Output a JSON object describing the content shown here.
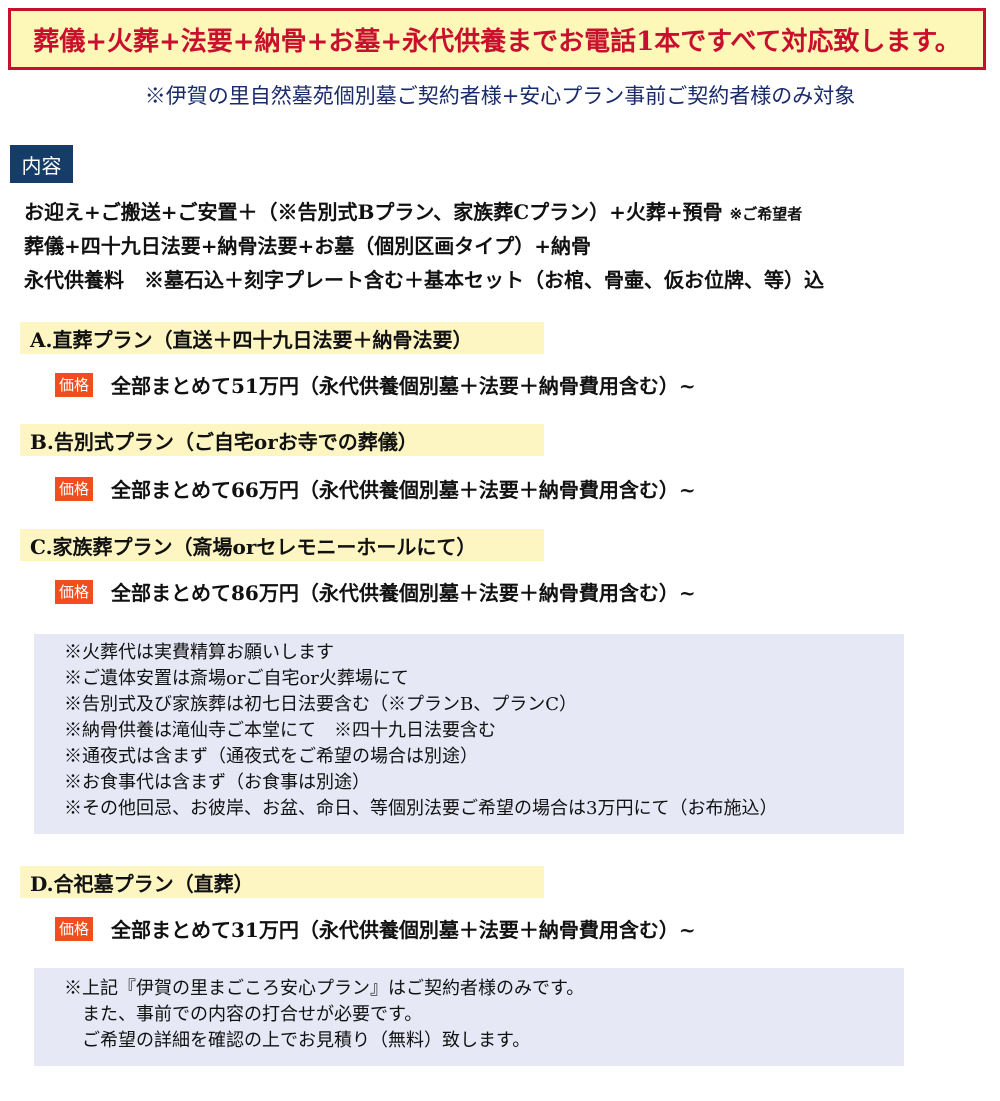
{
  "banner": {
    "text": "葬儀+火葬+法要+納骨+お墓+永代供養までお電話1本ですべて対応致します。"
  },
  "subtitle": "※伊賀の里自然墓苑個別墓ご契約者様+安心プラン事前ご契約者様のみ対象",
  "contents": {
    "tag": "内容",
    "line1_main": "お迎え+ご搬送+ご安置＋（※告別式Bプラン、家族葬Cプラン）+火葬+預骨",
    "line1_small": "※ご希望者",
    "line2": "葬儀+四十九日法要+納骨法要+お墓（個別区画タイプ）+納骨",
    "line3": "永代供養料　※墓石込＋刻字プレート含む＋基本セット（お棺、骨壷、仮お位牌、等）込"
  },
  "plans": [
    {
      "title": "A.直葬プラン（直送＋四十九日法要＋納骨法要）",
      "badge": "価格",
      "price": "全部まとめて51万円（永代供養個別墓＋法要＋納骨費用含む）~"
    },
    {
      "title": "B.告別式プラン（ご自宅orお寺での葬儀）",
      "badge": "価格",
      "price": "全部まとめて66万円（永代供養個別墓＋法要＋納骨費用含む）~"
    },
    {
      "title": "C.家族葬プラン（斎場orセレモニーホールにて）",
      "badge": "価格",
      "price": "全部まとめて86万円（永代供養個別墓＋法要＋納骨費用含む）~"
    },
    {
      "title": "D.合祀墓プラン（直葬）",
      "badge": "価格",
      "price": "全部まとめて31万円（永代供養個別墓＋法要＋納骨費用含む）~"
    }
  ],
  "notes1": [
    "※火葬代は実費精算お願いします",
    "※ご遺体安置は斎場orご自宅or火葬場にて",
    "※告別式及び家族葬は初七日法要含む（※プランB、プランC）",
    "※納骨供養は滝仙寺ご本堂にて　※四十九日法要含む",
    "※通夜式は含まず（通夜式をご希望の場合は別途）",
    "※お食事代は含まず（お食事は別途）",
    "※その他回忌、お彼岸、お盆、命日、等個別法要ご希望の場合は3万円にて（お布施込）"
  ],
  "notes2": [
    "※上記『伊賀の里まごころ安心プラン』はご契約者様のみです。",
    "　また、事前での内容の打合せが必要です。",
    "　ご希望の詳細を確認の上でお見積り（無料）致します。"
  ],
  "colors": {
    "banner_border": "#c8102e",
    "banner_bg": "#fdf7b8",
    "tag_bg": "#163d68",
    "plan_bg": "#fdf6c2",
    "badge_bg": "#f04e1e",
    "notes_bg": "#e6e8f6"
  }
}
